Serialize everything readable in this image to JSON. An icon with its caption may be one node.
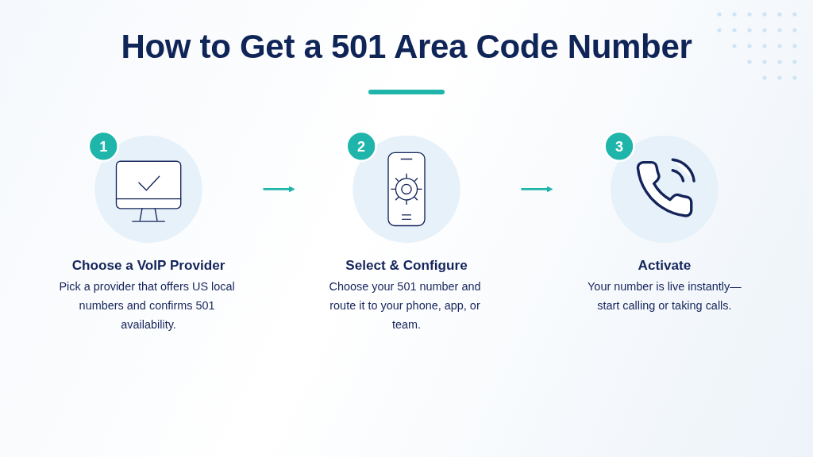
{
  "diagram": {
    "title": "How to Get a 501 Area Code Number",
    "nodes": [
      {
        "text": [
          "1"
        ]
      },
      {
        "text": [
          "Choose a VoIP Provider",
          "Pick a provider that offers US local numbers and confirms 501 availability."
        ]
      },
      {
        "text": [
          "2"
        ]
      },
      {
        "text": [
          "Select & Configure",
          "Choose your 501 number and route it to your phone, app, or team."
        ]
      },
      {
        "text": [
          "3"
        ]
      },
      {
        "text": [
          "Activate",
          "Your number is live instantly—start calling or taking calls."
        ]
      }
    ],
    "edges": [
      {
        "from": 1,
        "to": 3,
        "arrow": "to"
      },
      {
        "from": 3,
        "to": 5,
        "arrow": "to"
      }
    ]
  }
}
